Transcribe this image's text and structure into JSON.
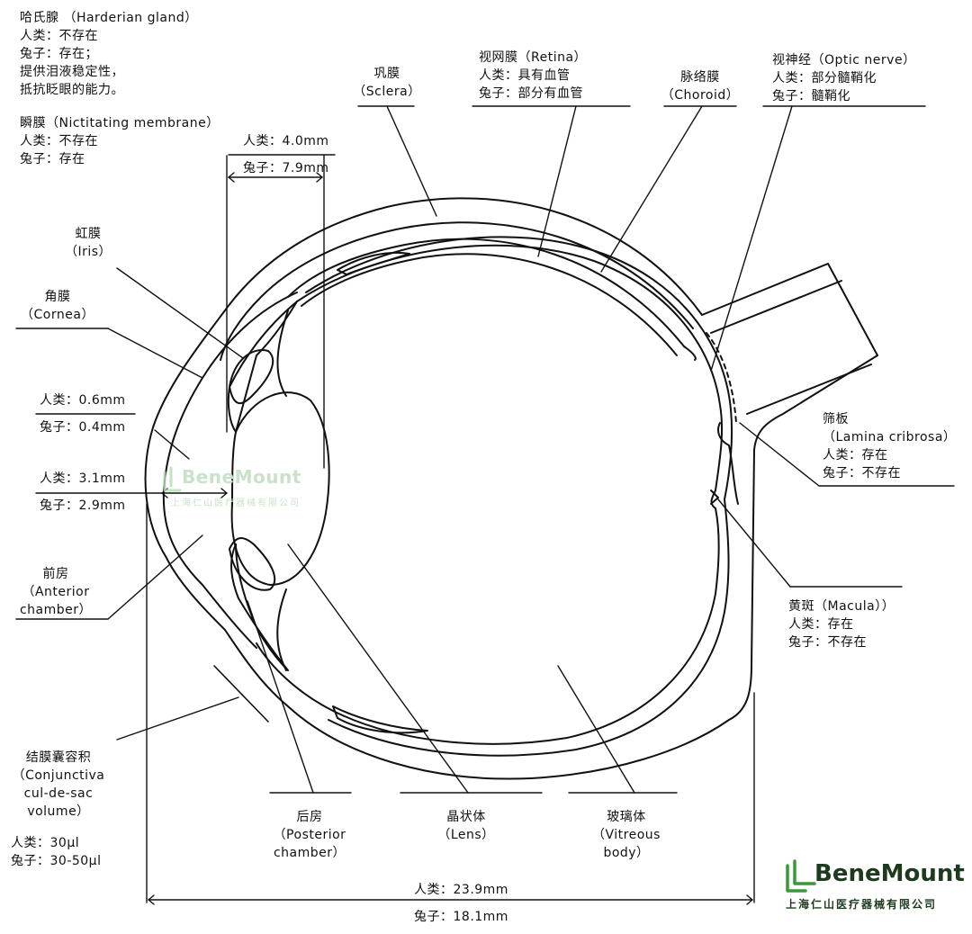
{
  "harderian": {
    "name": "哈氏腺 （Harderian gland）",
    "human": "人类：不存在",
    "rabbit": "兔子：存在；",
    "desc1": "提供泪液稳定性，",
    "desc2": "抵抗眨眼的能力。"
  },
  "nictitating": {
    "name": "瞬膜（Nictitating membrane）",
    "human": "人类：不存在",
    "rabbit": "兔子：存在"
  },
  "sclera": {
    "name": "巩膜",
    "en": "（Sclera）"
  },
  "retina": {
    "name": "视网膜（Retina）",
    "human": "人类：具有血管",
    "rabbit": "兔子：部分有血管"
  },
  "choroid": {
    "name": "脉络膜",
    "en": "（Choroid）"
  },
  "optic_nerve": {
    "name": "视神经（Optic nerve）",
    "human": "人类：部分髓鞘化",
    "rabbit": "兔子：髓鞘化"
  },
  "lens_thickness": {
    "human": "人类：4.0mm",
    "rabbit": "兔子：7.9mm"
  },
  "iris": {
    "name": "虹膜",
    "en": "（Iris）"
  },
  "cornea": {
    "name": "角膜",
    "en": "（Cornea）"
  },
  "cornea_thickness": {
    "human": "人类：0.6mm",
    "rabbit": "兔子：0.4mm"
  },
  "anterior_depth": {
    "human": "人类：3.1mm",
    "rabbit": "兔子：2.9mm"
  },
  "anterior_chamber": {
    "name": "前房",
    "en1": "（Anterior",
    "en2": "chamber）"
  },
  "lamina": {
    "name": "筛板",
    "en": "（Lamina cribrosa）",
    "human": "人类：存在",
    "rabbit": "兔子：不存在"
  },
  "macula": {
    "name": "黄斑（Macula））",
    "human": "人类：存在",
    "rabbit": "兔子：不存在"
  },
  "conjunctiva": {
    "name": "结膜囊容积",
    "en1": "（Conjunctiva",
    "en2": "cul-de-sac",
    "en3": "volume）",
    "human": "人类：30μl",
    "rabbit": "兔子：30-50μl"
  },
  "posterior_chamber": {
    "name": "后房",
    "en1": "（Posterior",
    "en2": "chamber）"
  },
  "lens": {
    "name": "晶状体",
    "en": "（Lens）"
  },
  "vitreous": {
    "name": "玻璃体",
    "en1": "（Vitreous",
    "en2": "body）"
  },
  "axial_length": {
    "human": "人类：23.9mm",
    "rabbit": "兔子：18.1mm"
  },
  "watermark": {
    "name": "BeneMount",
    "sub": "上海仁山医疗器械有限公司"
  },
  "logo": {
    "name": "BeneMount",
    "sub": "上海仁山医疗器械有限公司",
    "color": "#3a9a3a"
  }
}
